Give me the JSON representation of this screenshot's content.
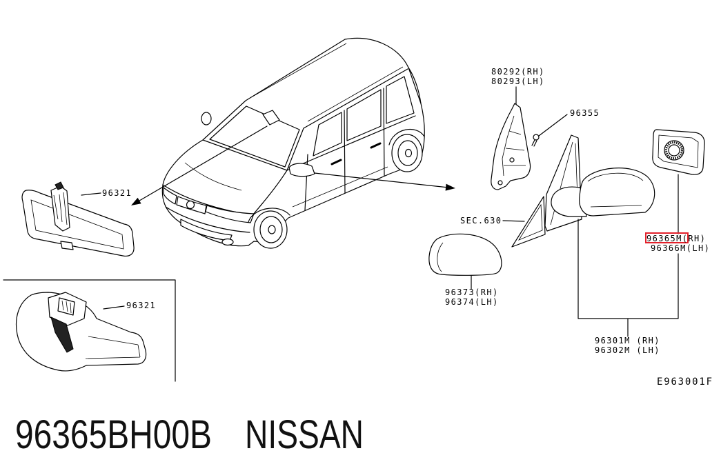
{
  "diagram": {
    "drawing_code": "E963001F",
    "highlight_color": "#e3212b",
    "callouts": {
      "inner_mirror": "96321",
      "inner_mirror_detail": "96321",
      "finisher_rh": "80292(RH)",
      "finisher_lh": "80293(LH)",
      "screw": "96355",
      "section_ref": "SEC.630",
      "cover_rh": "96373(RH)",
      "cover_lh": "96374(LH)",
      "glass_rh": "96365M(RH)",
      "glass_lh": "96366M(LH)",
      "assembly_rh": "96301M (RH)",
      "assembly_lh": "96302M (LH)"
    }
  },
  "caption": {
    "part_number": "96365BH00B",
    "brand": "NISSAN"
  }
}
